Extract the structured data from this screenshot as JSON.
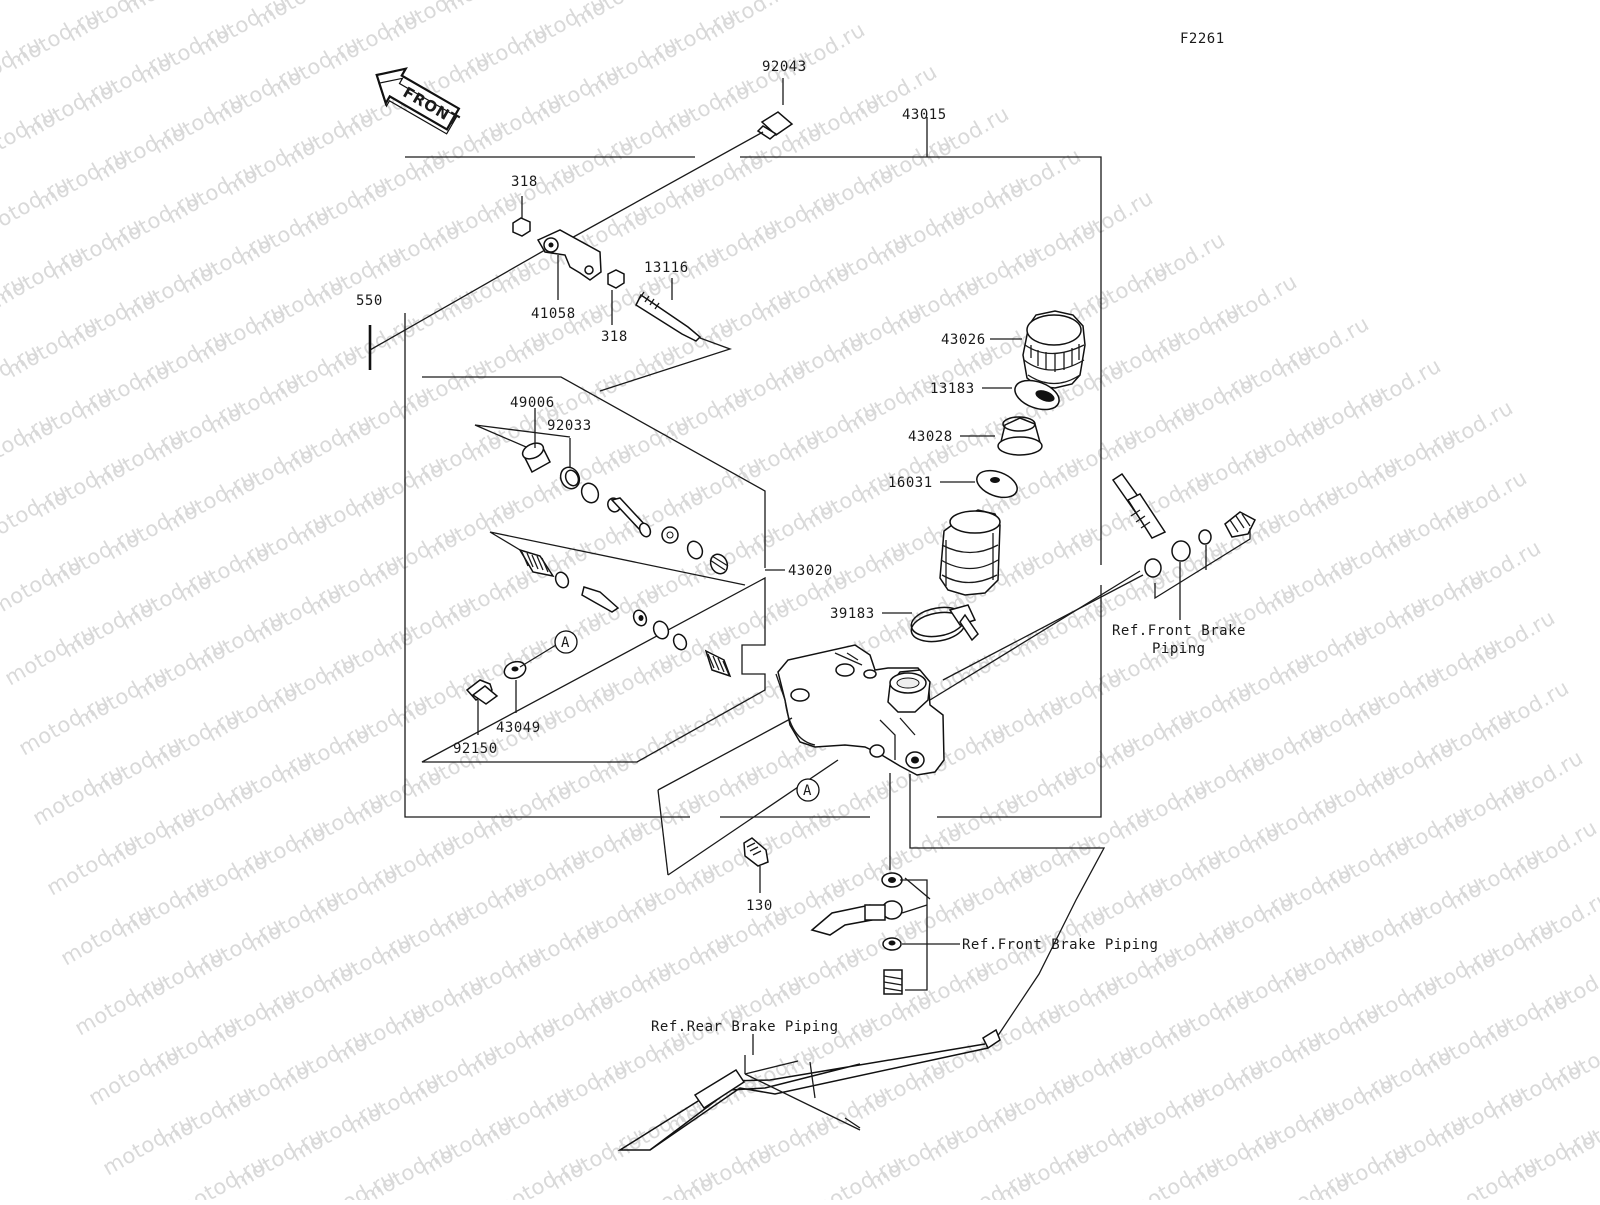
{
  "figure_code": "F2261",
  "front_label": "FRONT",
  "watermark": "motod.ru",
  "parts": {
    "p92043": "92043",
    "p43015": "43015",
    "p318a": "318",
    "p318b": "318",
    "p550": "550",
    "p41058": "41058",
    "p13116": "13116",
    "p43026": "43026",
    "p13183": "13183",
    "p43028": "43028",
    "p16031": "16031",
    "p49006": "49006",
    "p92033": "92033",
    "p43020": "43020",
    "p39183": "39183",
    "p43049": "43049",
    "p92150": "92150",
    "p130": "130"
  },
  "callout_a1": "A",
  "callout_a2": "A",
  "refs": {
    "front_brake_line1": "Ref.Front Brake",
    "front_brake_line2": "Piping",
    "front_brake_piping": "Ref.Front Brake Piping",
    "rear_brake_piping": "Ref.Rear Brake Piping"
  }
}
